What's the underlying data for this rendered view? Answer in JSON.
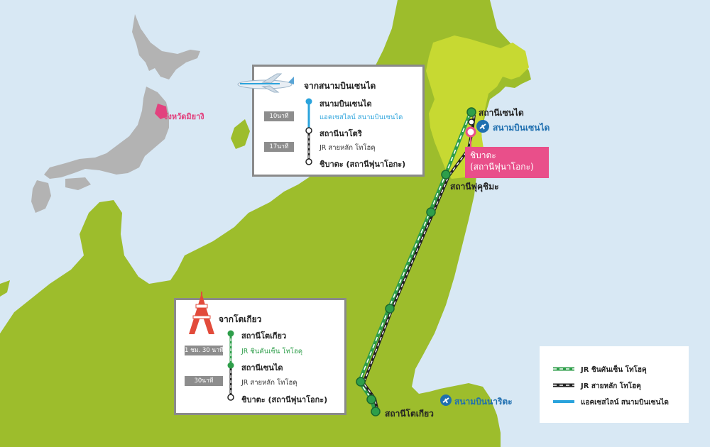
{
  "colors": {
    "sea": "#d8e8f4",
    "land": "#9dbd2c",
    "miyagi": "#c7d932",
    "japan_inset": "#b3b3b3",
    "miyagi_inset": "#e2427e",
    "shinkansen": "#2e9e4a",
    "jr_main": "#222222",
    "access_line": "#2aa3dc",
    "pink": "#e94f8a",
    "airport_blue": "#1f6fb0"
  },
  "inset": {
    "prefecture_label": "จังหวัดมิยางิ"
  },
  "panel_airport": {
    "title": "จากสนามบินเซนได",
    "stations": [
      "สนามบินเซนได",
      "สถานีนาโตริ",
      "ชิบาตะ (สถานีฟุนาโอกะ)"
    ],
    "segments": [
      {
        "time": "10นาที",
        "line": "แอคเซสไลน์ สนามบินเซนได"
      },
      {
        "time": "17นาที",
        "line": "JR สายหลัก โทโฮคุ"
      }
    ]
  },
  "panel_tokyo": {
    "title": "จากโตเกียว",
    "stations": [
      "สถานีโตเกียว",
      "สถานีเซนได",
      "ชิบาตะ (สถานีฟุนาโอกะ)"
    ],
    "segments": [
      {
        "time": "1 ชม. 30 นาที",
        "line": "JR ชินคันเซ็น โทโฮคุ"
      },
      {
        "time": "30นาที",
        "line": "JR สายหลัก โทโฮคุ"
      }
    ]
  },
  "map_labels": {
    "sendai": "สถานีเซนได",
    "sendai_airport": "สนามบินเซนได",
    "shibata": "ชิบาตะ\n(สถานีฟุนาโอกะ)",
    "fukushima": "สถานีฟุคุชิมะ",
    "tokyo": "สถานีโตเกียว",
    "narita": "สนามบินนาริตะ"
  },
  "legend": [
    {
      "label": "JR ชินคันเซ็น โทโฮคุ",
      "style": "shinkansen"
    },
    {
      "label": "JR สายหลัก โทโฮคุ",
      "style": "jr_main"
    },
    {
      "label": "แอคเซสไลน์ สนามบินเซนได",
      "style": "access_line"
    }
  ]
}
